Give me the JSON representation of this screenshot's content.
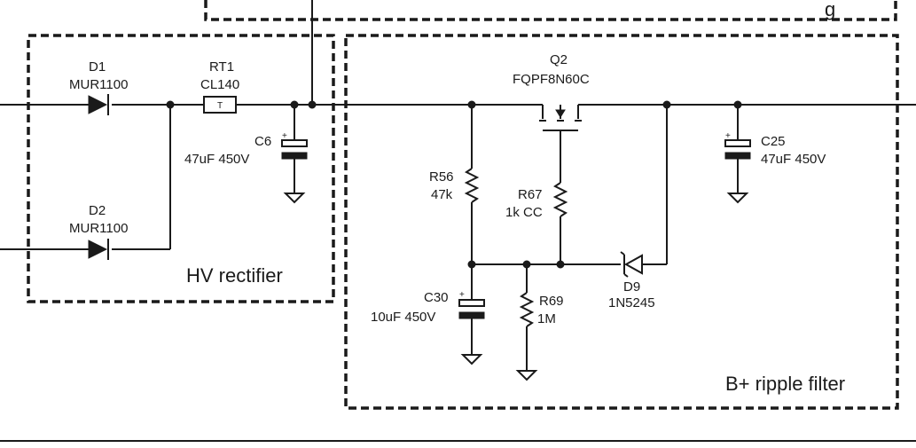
{
  "blocks": {
    "hv_rectifier": "HV rectifier",
    "ripple_filter": "B+ ripple filter"
  },
  "parts": {
    "D1": {
      "ref": "D1",
      "value": "MUR1100"
    },
    "D2": {
      "ref": "D2",
      "value": "MUR1100"
    },
    "RT1": {
      "ref": "RT1",
      "value": "CL140",
      "body": "T"
    },
    "C6": {
      "ref": "C6",
      "value": "47uF 450V"
    },
    "Q2": {
      "ref": "Q2",
      "value": "FQPF8N60C"
    },
    "R56": {
      "ref": "R56",
      "value": "47k"
    },
    "R67": {
      "ref": "R67",
      "value": "1k CC"
    },
    "C25": {
      "ref": "C25",
      "value": "47uF 450V"
    },
    "C30": {
      "ref": "C30",
      "value": "10uF 450V"
    },
    "R69": {
      "ref": "R69",
      "value": "1M"
    },
    "D9": {
      "ref": "D9",
      "value": "1N5245"
    }
  },
  "partial_text": {
    "top_block_tail": "g"
  },
  "polarity_mark": "+"
}
